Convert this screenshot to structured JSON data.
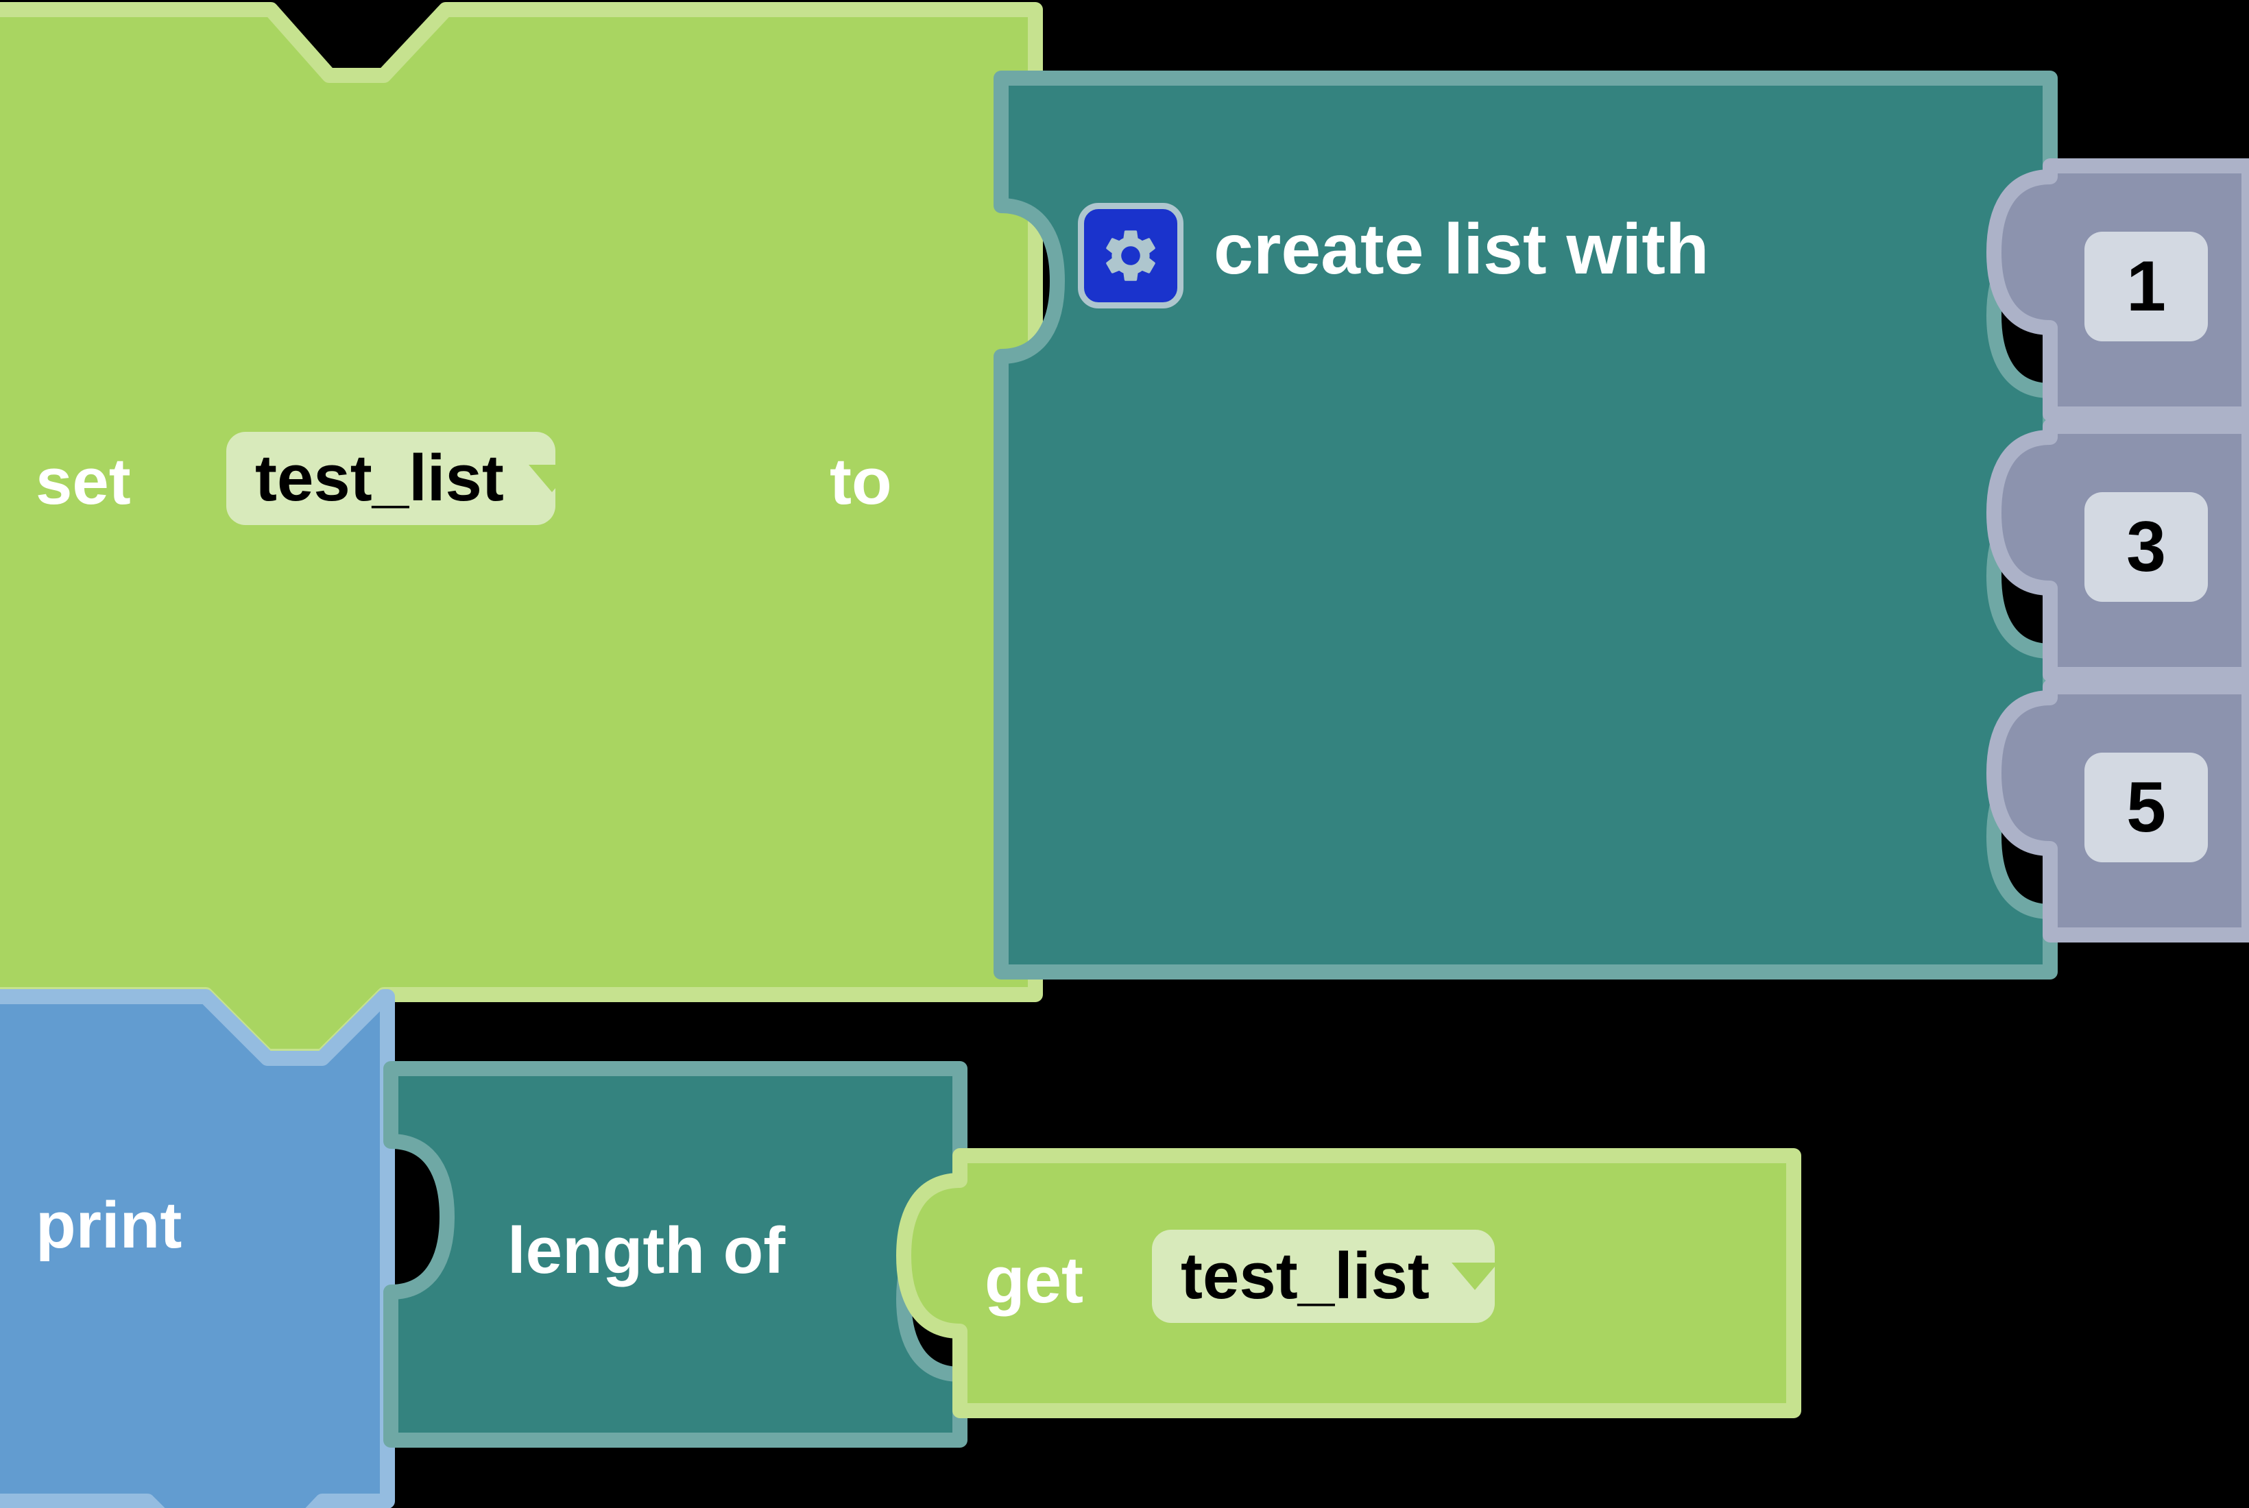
{
  "workspace": {
    "background": "#000000",
    "blocks": [
      {
        "id": "set-variable-block",
        "kind": "statement",
        "type": "variables_set",
        "color": "#A9D561",
        "border": "#C6E28F",
        "label_prefix": "set",
        "label_suffix": "to",
        "field": {
          "name": "variable-dropdown",
          "value": "test_list",
          "bg": "#D8EABB",
          "arrow": "#A9D561"
        }
      },
      {
        "id": "create-list-block",
        "kind": "value",
        "type": "lists_create_with",
        "color": "#34837F",
        "border": "#6FA8A5",
        "label": "create list with",
        "mutator": {
          "name": "gear-icon",
          "bg": "#1A33CC",
          "glyph": "#AEC6CE",
          "ring": "#AEC6CE"
        },
        "items": [
          {
            "name": "list-item-0",
            "value": "1",
            "color": "#8C93AE",
            "border": "#ACB2C8",
            "field_bg": "#D3D9E2"
          },
          {
            "name": "list-item-1",
            "value": "3",
            "color": "#8C93AE",
            "border": "#ACB2C8",
            "field_bg": "#D3D9E2"
          },
          {
            "name": "list-item-2",
            "value": "5",
            "color": "#8C93AE",
            "border": "#ACB2C8",
            "field_bg": "#D3D9E2"
          }
        ]
      },
      {
        "id": "print-block",
        "kind": "statement",
        "type": "text_print",
        "color": "#629CD0",
        "border": "#94BCE0",
        "label": "print"
      },
      {
        "id": "length-of-block",
        "kind": "value",
        "type": "lists_length",
        "color": "#34837F",
        "border": "#6FA8A5",
        "label": "length of"
      },
      {
        "id": "get-variable-block",
        "kind": "value",
        "type": "variables_get",
        "color": "#A9D561",
        "border": "#C6E28F",
        "label": "get",
        "field": {
          "name": "variable-dropdown",
          "value": "test_list",
          "bg": "#D8EABB",
          "arrow": "#A9D561"
        }
      }
    ]
  },
  "program": {
    "line_1": "set test_list to create list with [1, 3, 5]",
    "line_2": "print length of get test_list"
  }
}
